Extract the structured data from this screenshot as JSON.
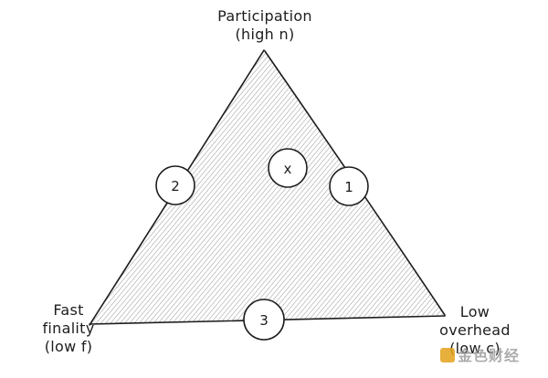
{
  "labels": {
    "top": [
      "Participation",
      "(high n)"
    ],
    "left": [
      "Fast",
      "finality",
      "(low f)"
    ],
    "right": [
      "Low",
      "overhead",
      "(low c)"
    ]
  },
  "nodes": [
    {
      "id": "node-2",
      "label": "2"
    },
    {
      "id": "node-x",
      "label": "x"
    },
    {
      "id": "node-1",
      "label": "1"
    },
    {
      "id": "node-3",
      "label": "3"
    }
  ],
  "watermark": "金色财经",
  "colors": {
    "stroke": "#1d1d1d",
    "hatch": "#8a8a8a",
    "background": "#ffffff",
    "watermark_logo": "#e3a21a"
  }
}
